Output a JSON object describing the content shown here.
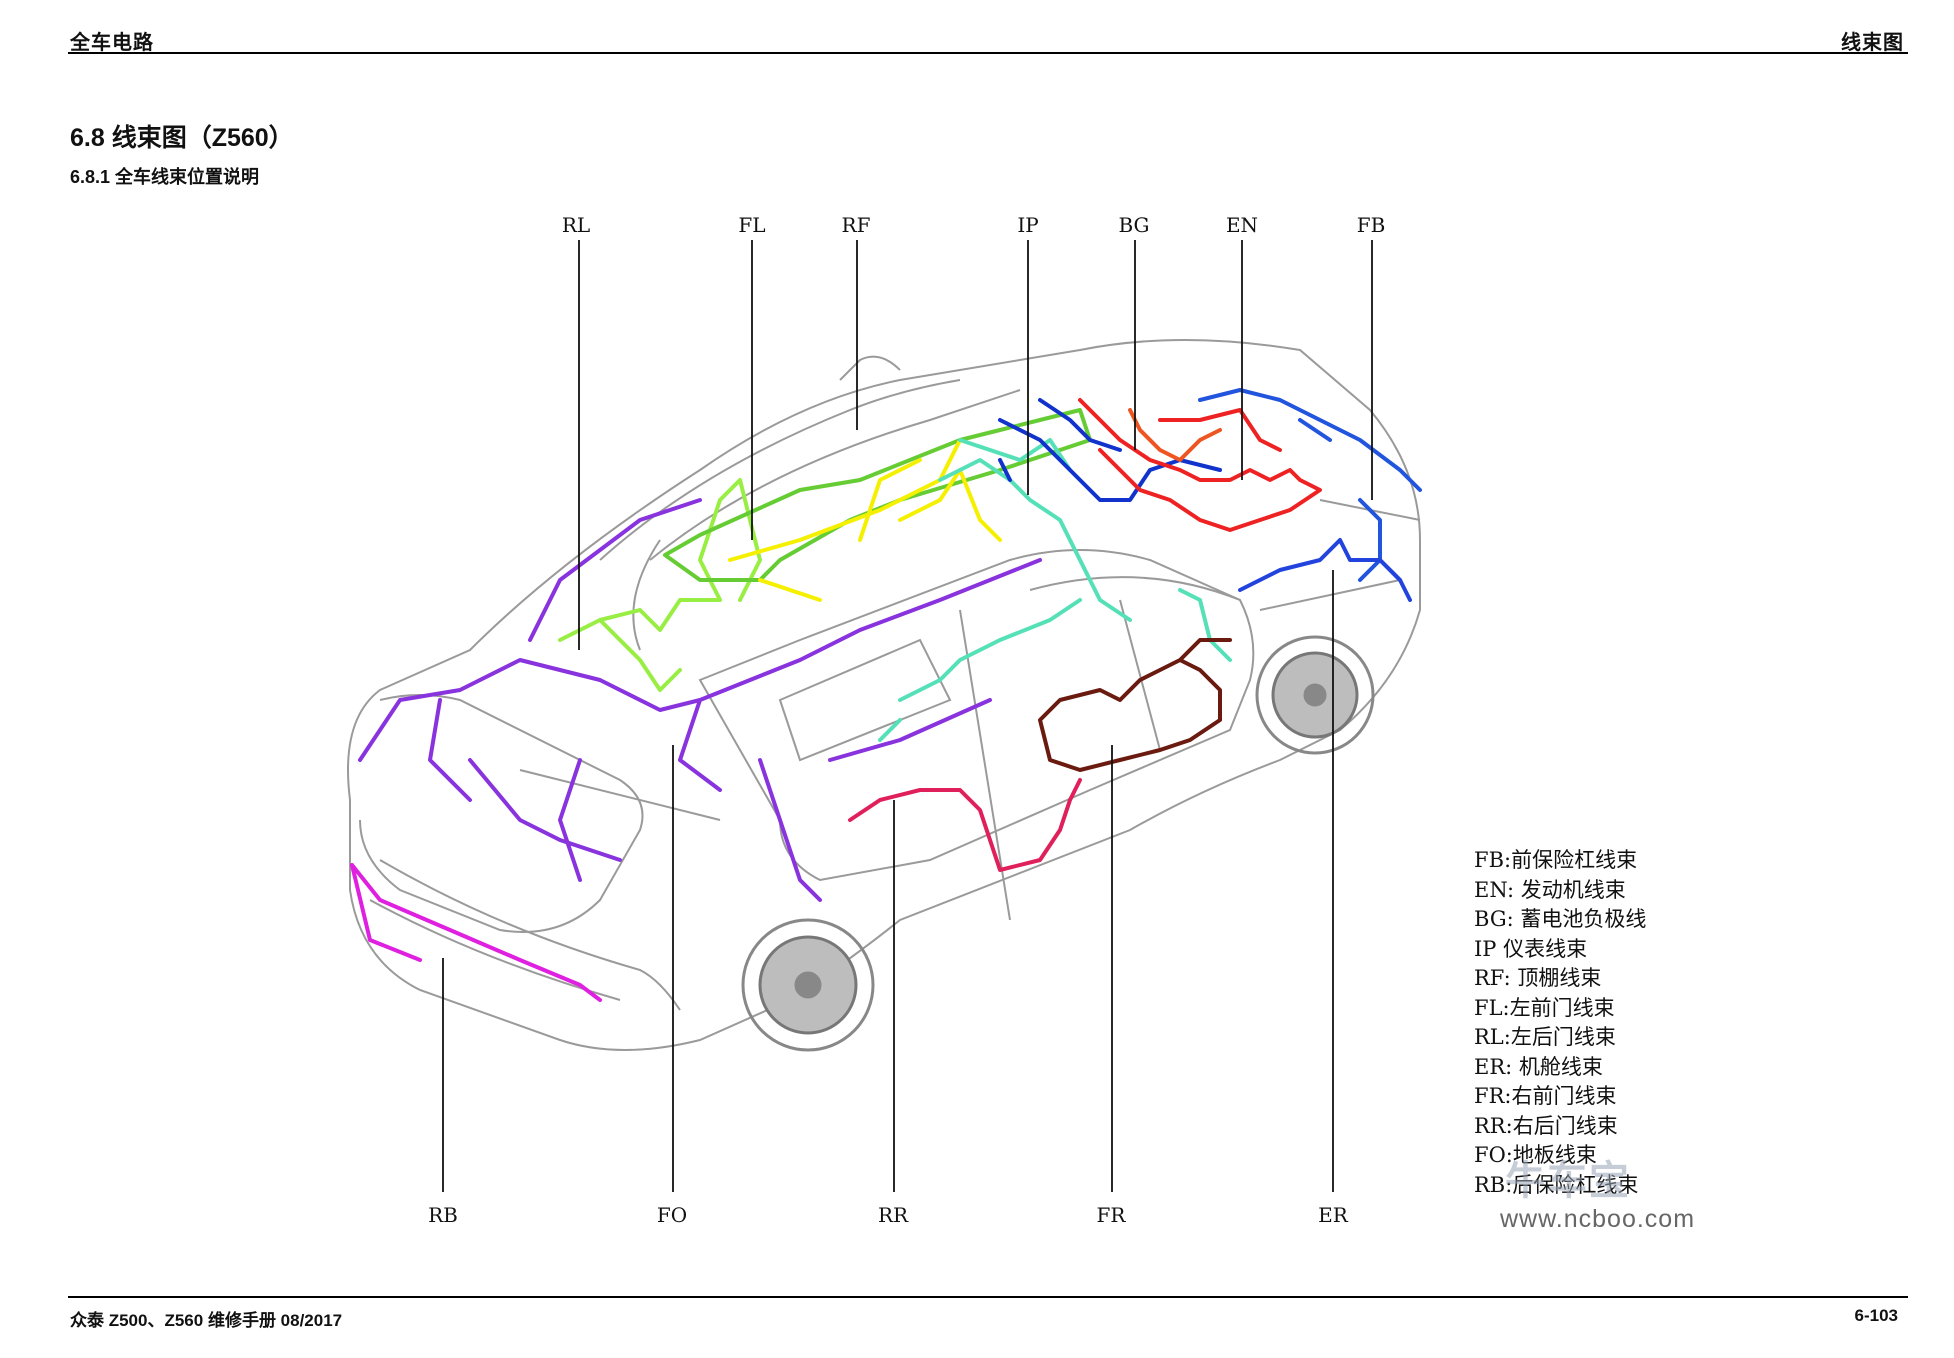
{
  "header": {
    "left": "全车电路",
    "right": "线束图"
  },
  "section": {
    "title": "6.8 线束图（Z560）",
    "subtitle": "6.8.1 全车线束位置说明"
  },
  "diagram": {
    "top_labels": [
      "RL",
      "FL",
      "RF",
      "IP",
      "BG",
      "EN",
      "FB"
    ],
    "bottom_labels": [
      "RB",
      "FO",
      "RR",
      "FR",
      "ER"
    ],
    "harness_colors": {
      "FB": "#2255dd",
      "EN": "#ee2222",
      "BG": "#ee5522",
      "IP": "#1133cc",
      "RF": "#66cc33",
      "FL": "#f5f000",
      "RL": "#99ee44",
      "ER": "#2244dd",
      "FR": "#6b1a10",
      "RR": "#e0205a",
      "FO": "#8833dd",
      "RB": "#e020e0",
      "IP2": "#55e0b8"
    }
  },
  "legend": [
    "FB:前保险杠线束",
    "EN: 发动机线束",
    "BG: 蓄电池负极线",
    "IP 仪表线束",
    "RF: 顶棚线束",
    "FL:左前门线束",
    "RL:左后门线束",
    "ER: 机舱线束",
    "FR:右前门线束",
    "RR:右后门线束",
    "FO:地板线束",
    "RB:后保险杠线束"
  ],
  "watermark": {
    "cn": "牛车宝",
    "url": "www.ncboo.com"
  },
  "footer": {
    "left": "众泰 Z500、Z560 维修手册 08/2017",
    "right": "6-103"
  }
}
